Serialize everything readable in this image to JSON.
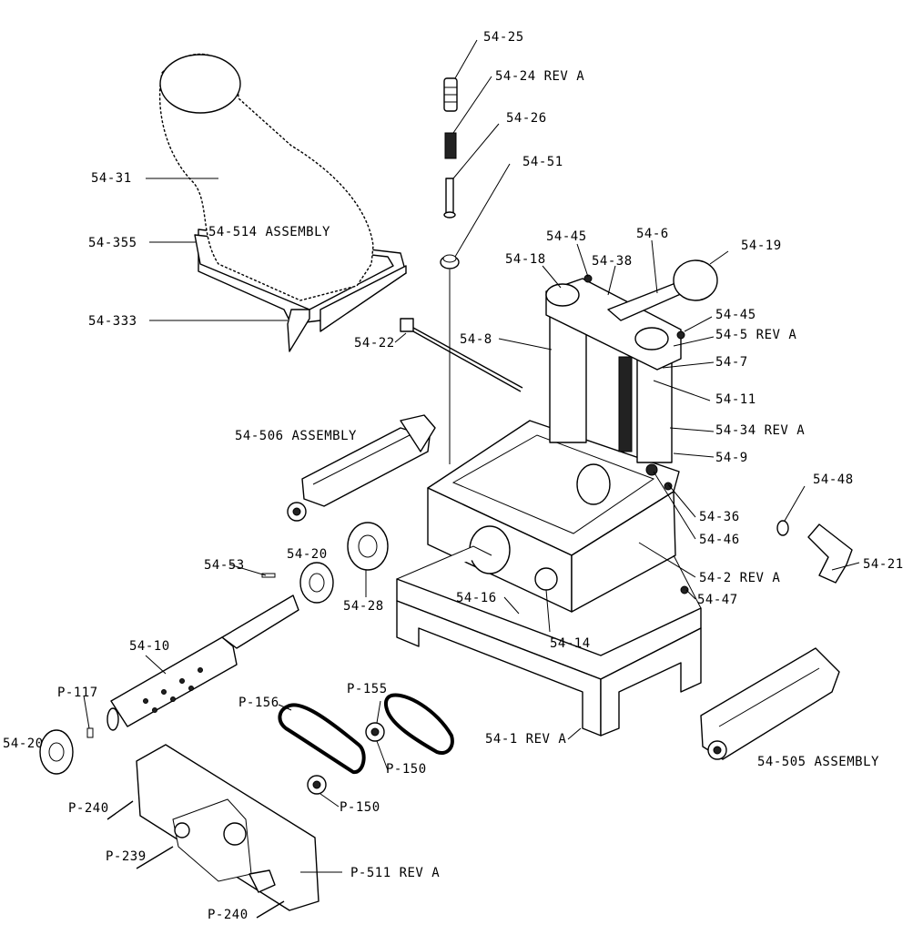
{
  "title": "",
  "callouts": [
    "54-25",
    "54-24 REV A",
    "54-26",
    "54-51",
    "54-31",
    "54-514 ASSEMBLY",
    "54-355",
    "54-333",
    "54-45",
    "54-6",
    "54-19",
    "54-18",
    "54-38",
    "54-45",
    "54-5 REV A",
    "54-22",
    "54-8",
    "54-7",
    "54-11",
    "54-34 REV A",
    "54-506 ASSEMBLY",
    "54-9",
    "54-48",
    "54-36",
    "54-46",
    "54-21",
    "54-20",
    "54-53",
    "54-28",
    "54-2 REV A",
    "54-47",
    "54-16",
    "54-14",
    "54-10",
    "P-117",
    "P-155",
    "P-156",
    "54-20",
    "54-1 REV A",
    "P-150",
    "54-505 ASSEMBLY",
    "P-150",
    "P-240",
    "P-239",
    "P-511 REV A",
    "P-240"
  ]
}
